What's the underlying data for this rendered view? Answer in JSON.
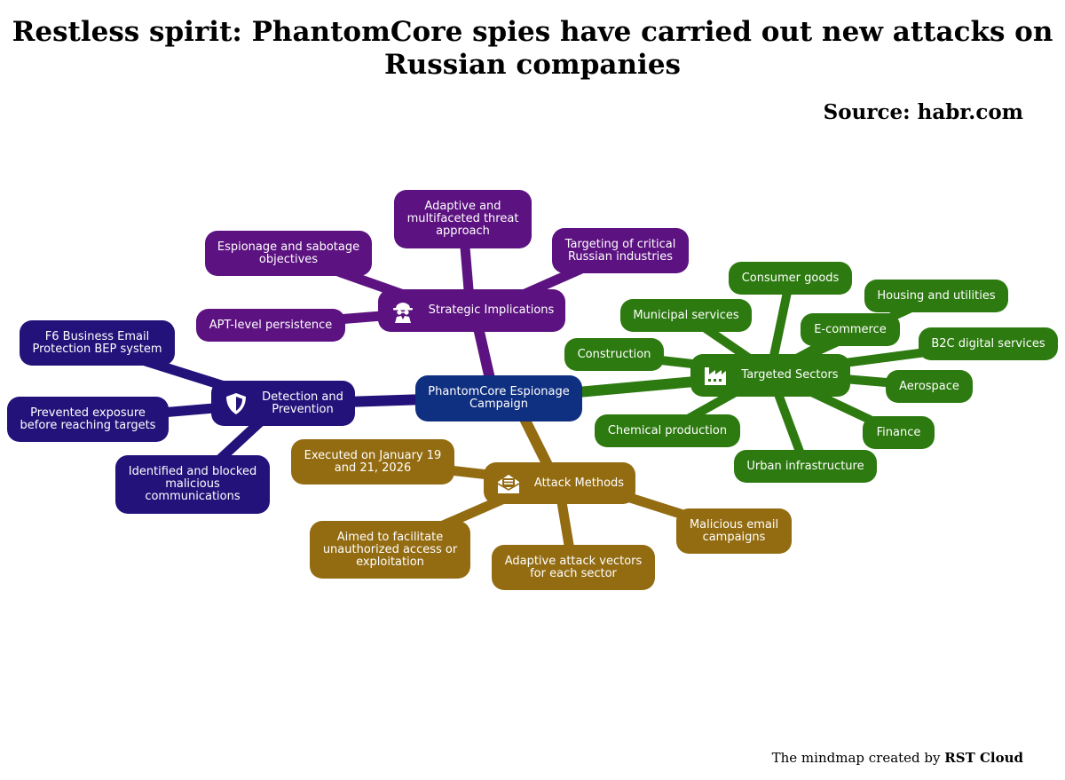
{
  "title": "Restless spirit: PhantomCore spies have carried out new attacks on\nRussian companies",
  "source": "Source: habr.com",
  "footer": {
    "prefix": "The mindmap created by ",
    "brand": "RST Cloud"
  },
  "colors": {
    "central": "#0f2f80",
    "strategic": "#5c1280",
    "detection": "#22127a",
    "sectors": "#2d7a10",
    "attack": "#936c12"
  },
  "central": {
    "label": "PhantomCore Espionage\nCampaign"
  },
  "strategic": {
    "label": "Strategic Implications",
    "icon": "spy-icon",
    "items": [
      "Adaptive and\nmultifaceted threat\napproach",
      "Espionage and sabotage\nobjectives",
      "Targeting of critical\nRussian industries",
      "APT-level persistence"
    ]
  },
  "detection": {
    "label": "Detection and\nPrevention",
    "icon": "shield-icon",
    "items": [
      "F6 Business Email\nProtection BEP system",
      "Prevented exposure\nbefore reaching targets",
      "Identified and blocked\nmalicious\ncommunications"
    ]
  },
  "sectors": {
    "label": "Targeted Sectors",
    "icon": "factory-icon",
    "items": [
      "Consumer goods",
      "Housing and utilities",
      "Municipal services",
      "E-commerce",
      "B2C digital services",
      "Construction",
      "Aerospace",
      "Chemical production",
      "Finance",
      "Urban infrastructure"
    ]
  },
  "attack": {
    "label": "Attack Methods",
    "icon": "email-icon",
    "items": [
      "Executed on January 19\nand 21, 2026",
      "Aimed to facilitate\nunauthorized access or\nexploitation",
      "Adaptive attack vectors\nfor each sector",
      "Malicious email\ncampaigns"
    ]
  }
}
